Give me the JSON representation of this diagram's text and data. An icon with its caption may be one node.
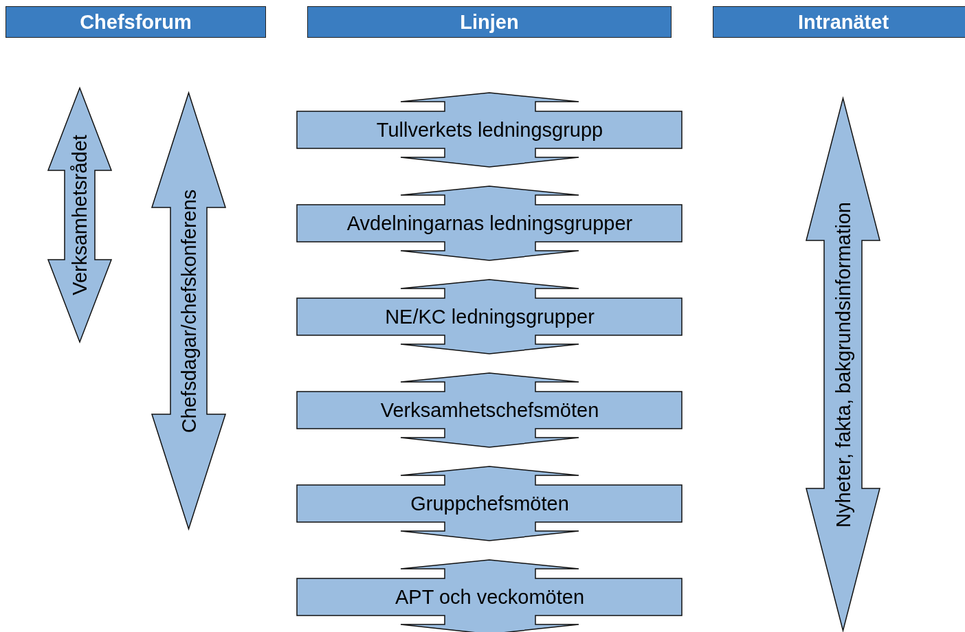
{
  "diagram": {
    "nodes": [
      {
        "text": [
          "Chefsforum"
        ]
      },
      {
        "text": [
          "Linjen"
        ]
      },
      {
        "text": [
          "Intranätet"
        ]
      },
      {
        "text": [
          "Verksamhetsrådet"
        ]
      },
      {
        "text": [
          "Chefsdagar/chefskonferens"
        ]
      },
      {
        "text": [
          "Tullverkets ledningsgrupp"
        ]
      },
      {
        "text": [
          "Avdelningarnas ledningsgrupper"
        ]
      },
      {
        "text": [
          "NE/KC ledningsgrupper"
        ]
      },
      {
        "text": [
          "Verksamhetschefsmöten"
        ]
      },
      {
        "text": [
          "Gruppchefsmöten"
        ]
      },
      {
        "text": [
          "APT och veckomöten"
        ]
      },
      {
        "text": [
          "Nyheter, fakta, bakgrundsinformation"
        ]
      }
    ],
    "edges": []
  }
}
